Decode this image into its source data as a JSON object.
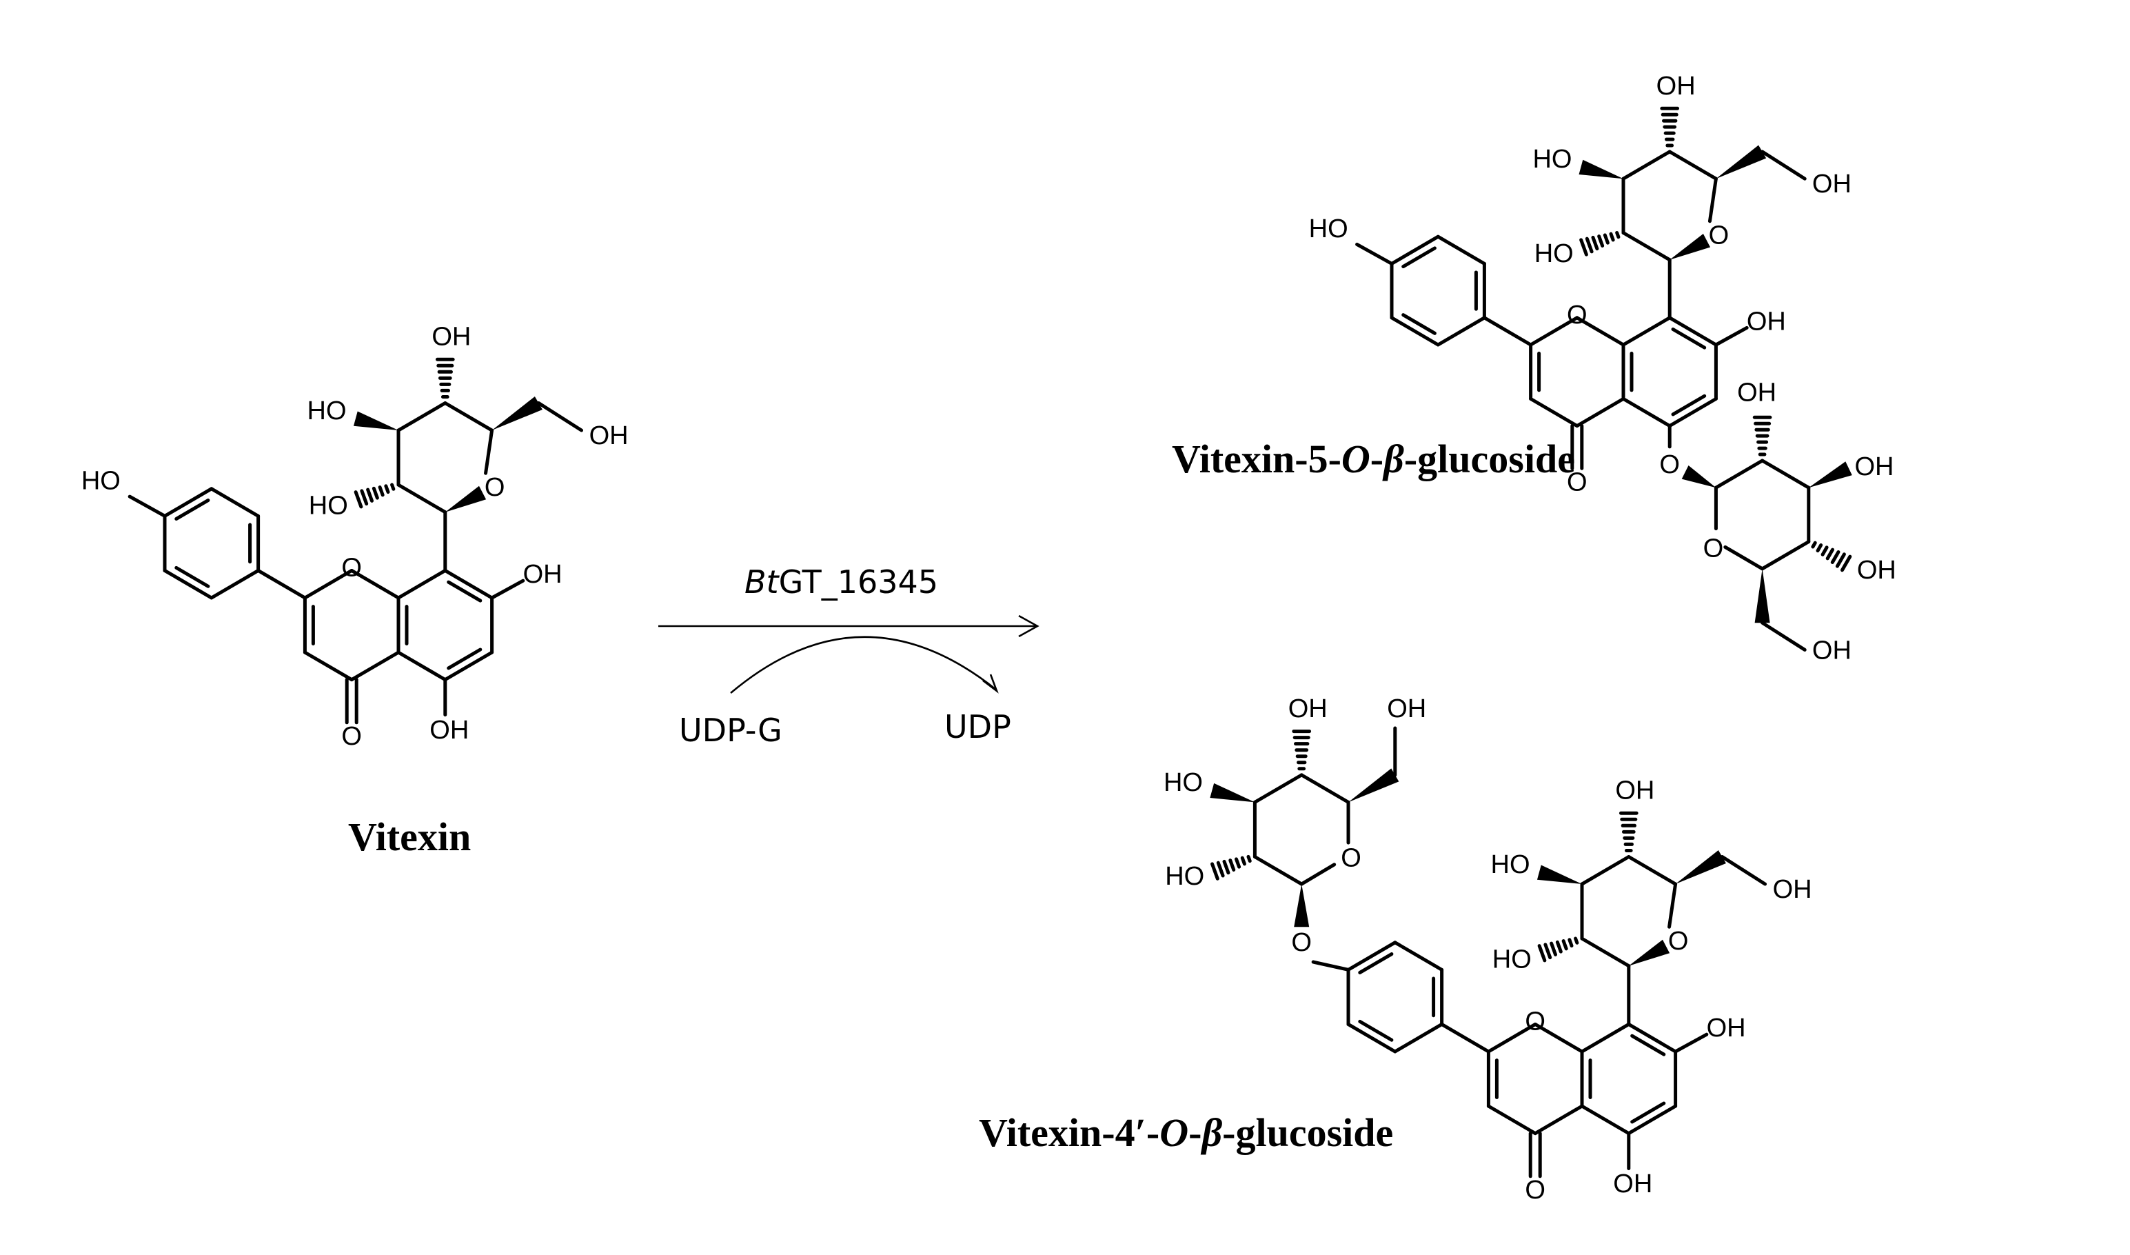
{
  "reaction": {
    "enzyme": {
      "italic": "Bt",
      "rest": "GT_16345"
    },
    "cosubstrate": "UDP-G",
    "byproduct": "UDP"
  },
  "compounds": {
    "substrate": {
      "name": "Vitexin"
    },
    "product_5": {
      "name_prefix": "Vitexin-5-",
      "name_italic": "O",
      "name_sep": "-",
      "name_greek": "β",
      "name_suffix": "-glucoside"
    },
    "product_4": {
      "name_prefix": "Vitexin-4′-",
      "name_italic": "O",
      "name_sep": "-",
      "name_greek": "β",
      "name_suffix": "-glucoside"
    }
  },
  "atom_labels": {
    "hydroxyl": "OH",
    "hydroxyl_left": "HO",
    "oxygen": "O"
  }
}
